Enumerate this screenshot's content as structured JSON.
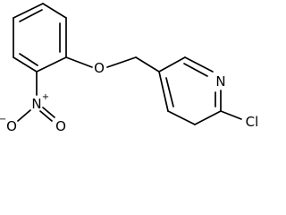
{
  "molecule": {
    "atoms": {
      "nitro_o_left": "O",
      "nitro_n": "N",
      "nitro_o_right": "O",
      "ether_o": "O",
      "pyridine_n": "N",
      "chlorine": "Cl"
    },
    "charges": {
      "nitro_o_left": "−",
      "nitro_n": "+"
    }
  }
}
